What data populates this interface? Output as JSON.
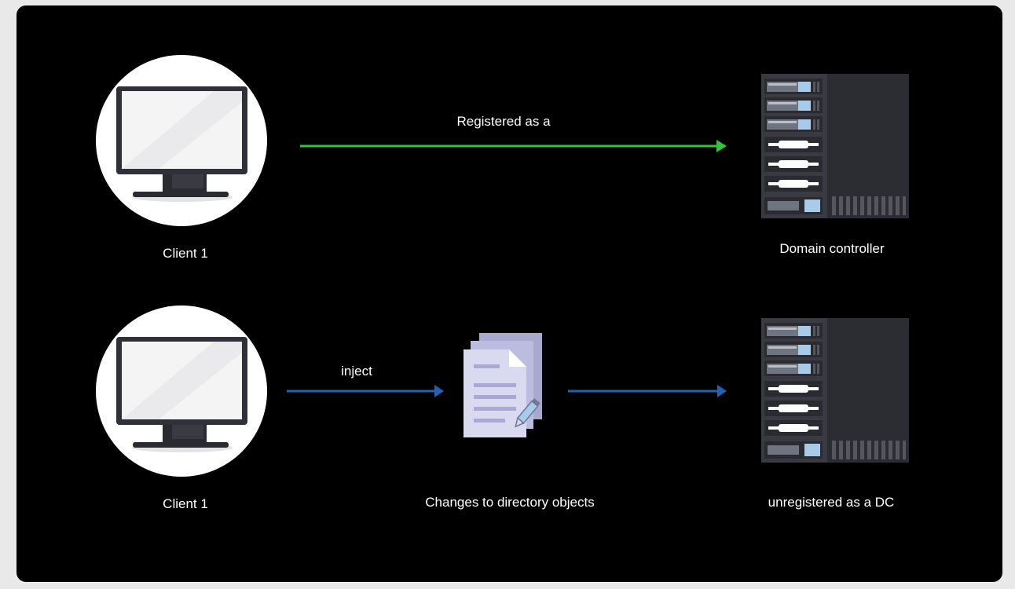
{
  "diagram": {
    "row1": {
      "client_label": "Client 1",
      "arrow_label": "Registered as a",
      "server_label": "Domain controller"
    },
    "row2": {
      "client_label": "Client 1",
      "arrow_label": "inject",
      "document_label": "Changes to directory objects",
      "server_label": "unregistered as a DC"
    }
  },
  "colors": {
    "background": "#000000",
    "frame": "#e9e9ea",
    "registered_arrow": "#2bc63a",
    "inject_arrow": "#1f63b5",
    "text": "#ffffff"
  },
  "icons": [
    "monitor-icon",
    "server-rack-icon",
    "documents-edit-icon"
  ]
}
